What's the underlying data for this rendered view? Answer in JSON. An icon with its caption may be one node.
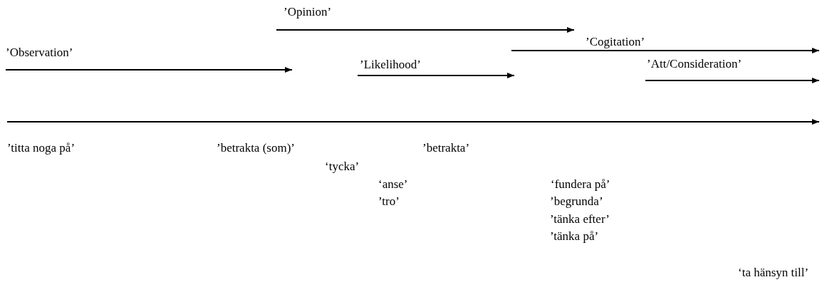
{
  "diagram": {
    "labels": [
      "’Opinion’",
      "’Observation’",
      "’Cogitation’",
      "’Likelihood’",
      "’Att/Consideration’",
      "’titta noga på’",
      "’betrakta (som)’",
      "’betrakta’",
      "‘tycka’",
      "‘anse’",
      "‘fundera på’",
      "’tro’",
      "’begrunda’",
      "’tänka efter’",
      "’tänka på’",
      "‘ta hänsyn till’"
    ]
  }
}
